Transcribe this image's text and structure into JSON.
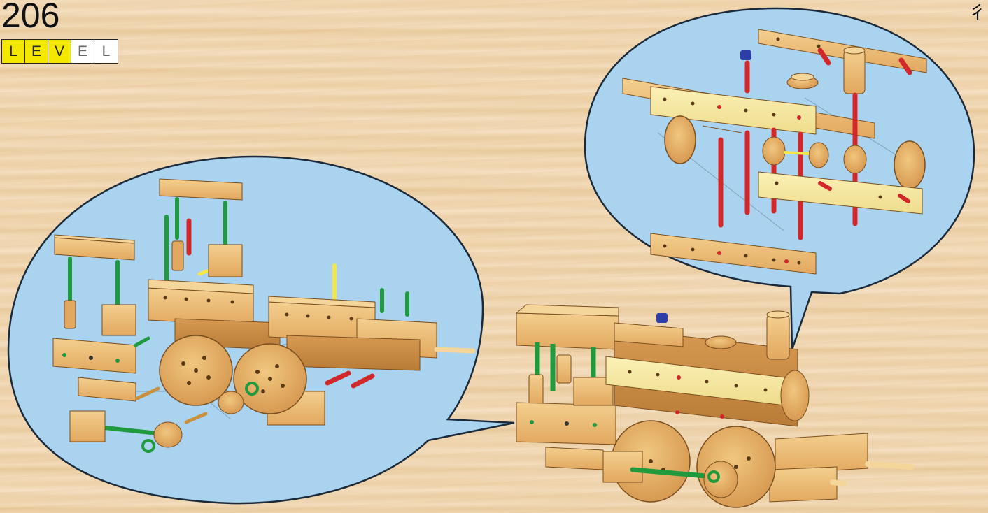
{
  "header": {
    "page_number": "206",
    "level_label_letters": [
      "L",
      "E",
      "V",
      "E",
      "L"
    ],
    "level_filled": 3,
    "level_total": 5,
    "corner_glyph": "彳"
  },
  "colors": {
    "bubble_fill": "#a9d3ef",
    "bubble_stroke": "#1b2a3a",
    "wood": "#e7b06a",
    "wood_dark": "#b9803d",
    "wood_light": "#f4dfa2",
    "rod_green": "#1f9a3c",
    "rod_red": "#d2282a",
    "rod_yellow": "#f2e74c",
    "cap_blue": "#2d3ea8",
    "level_yellow": "#f4e800"
  },
  "illustrations": [
    {
      "name": "exploded-view-locomotive-left",
      "icon": "exploded-parts-diagram"
    },
    {
      "name": "exploded-view-undercarriage-right",
      "icon": "exploded-parts-diagram"
    },
    {
      "name": "assembled-locomotive",
      "icon": "wooden-toy-locomotive"
    }
  ]
}
